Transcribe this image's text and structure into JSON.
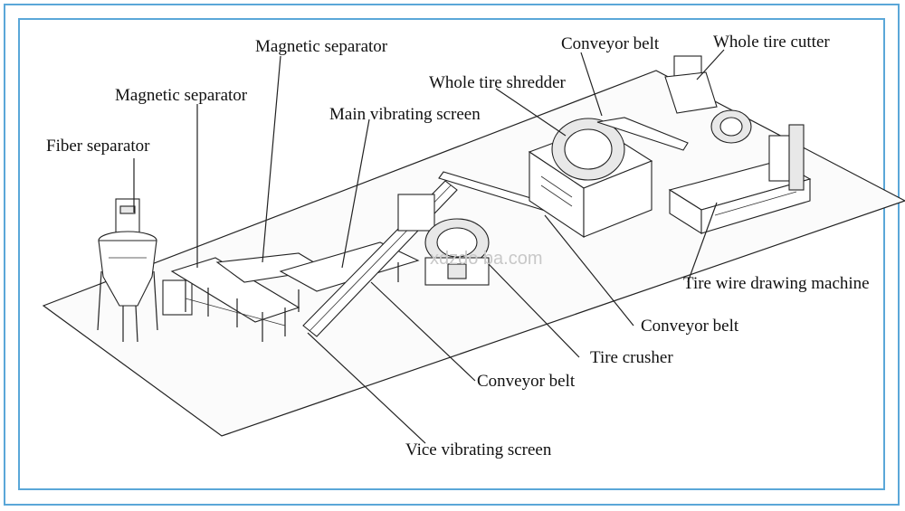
{
  "labels": {
    "magnetic_separator_top": "Magnetic separator",
    "conveyor_belt_top": "Conveyor belt",
    "whole_tire_cutter": "Whole tire cutter",
    "whole_tire_shredder": "Whole tire shredder",
    "magnetic_separator_left": "Magnetic separator",
    "main_vibrating_screen": "Main vibrating screen",
    "fiber_separator": "Fiber separator",
    "tire_wire_drawing_machine": "Tire wire drawing machine",
    "conveyor_belt_right": "Conveyor belt",
    "tire_crusher": "Tire crusher",
    "conveyor_belt_bottom": "Conveyor belt",
    "vice_vibrating_screen": "Vice vibrating screen"
  },
  "watermark": "xdzdo         ba.com",
  "colors": {
    "frame": "#5aa7d8",
    "ink": "#222222",
    "watermark": "#c8c8c8"
  }
}
